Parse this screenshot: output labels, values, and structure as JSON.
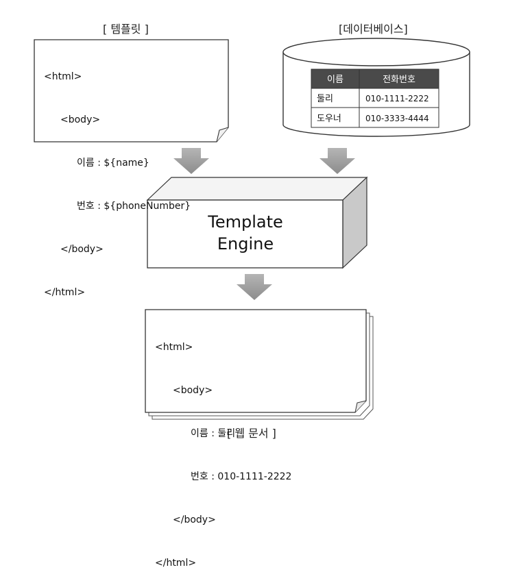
{
  "template": {
    "caption": "[ 템플릿 ]",
    "lines": [
      "<html>",
      "<body>",
      "이름 : ${name}",
      "번호 : ${phoneNumber}",
      "</body>",
      "</html>"
    ]
  },
  "database": {
    "caption": "[데이터베이스]",
    "headers": [
      "이름",
      "전화번호"
    ],
    "rows": [
      [
        "둘리",
        "010-1111-2222"
      ],
      [
        "도우너",
        "010-3333-4444"
      ]
    ]
  },
  "engine": {
    "line1": "Template",
    "line2": "Engine"
  },
  "output": {
    "caption": "[ 웹 문서 ]",
    "lines": [
      "<html>",
      "<body>",
      "이름 : 둘리",
      "번호 : 010-1111-2222",
      "</body>",
      "</html>"
    ]
  },
  "colors": {
    "arrow": "#9a9a9a",
    "table_header": "#4a4a4a",
    "line": "#333333"
  }
}
